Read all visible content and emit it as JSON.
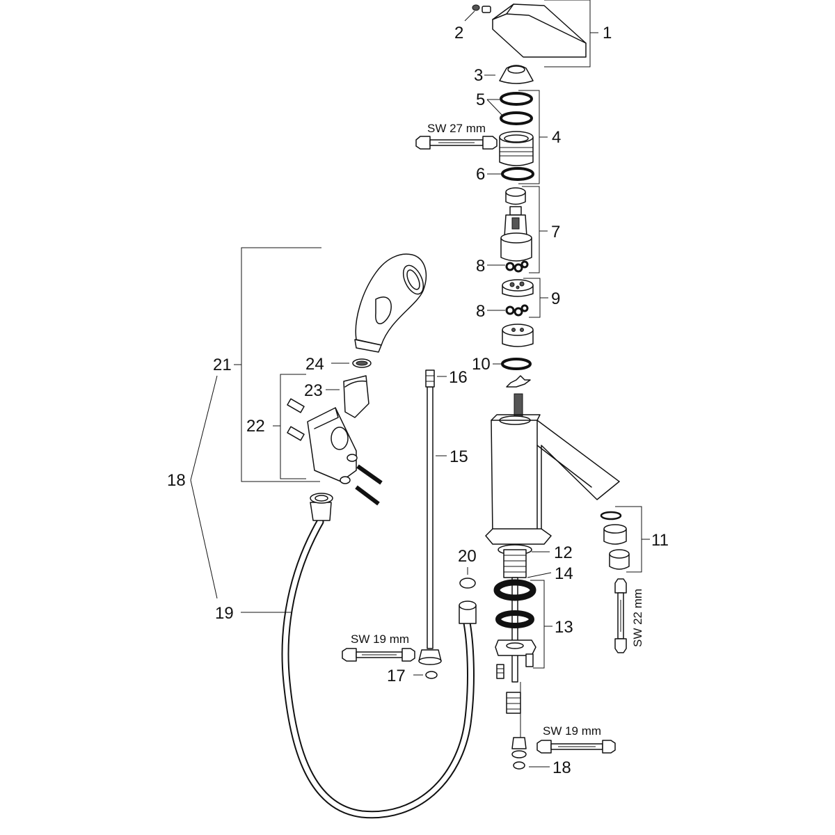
{
  "callouts": {
    "c1": "1",
    "c2": "2",
    "c3": "3",
    "c4": "4",
    "c5": "5",
    "c6": "6",
    "c7": "7",
    "c8a": "8",
    "c8b": "8",
    "c9": "9",
    "c10": "10",
    "c11": "11",
    "c12": "12",
    "c13": "13",
    "c14": "14",
    "c15": "15",
    "c16": "16",
    "c17": "17",
    "c18a": "18",
    "c18b": "18",
    "c19": "19",
    "c20": "20",
    "c21": "21",
    "c22": "22",
    "c23": "23",
    "c24": "24"
  },
  "wrenches": {
    "sw27": "SW 27 mm",
    "sw19_left": "SW 19 mm",
    "sw19_bottom": "SW 19 mm",
    "sw22": "SW 22 mm"
  }
}
